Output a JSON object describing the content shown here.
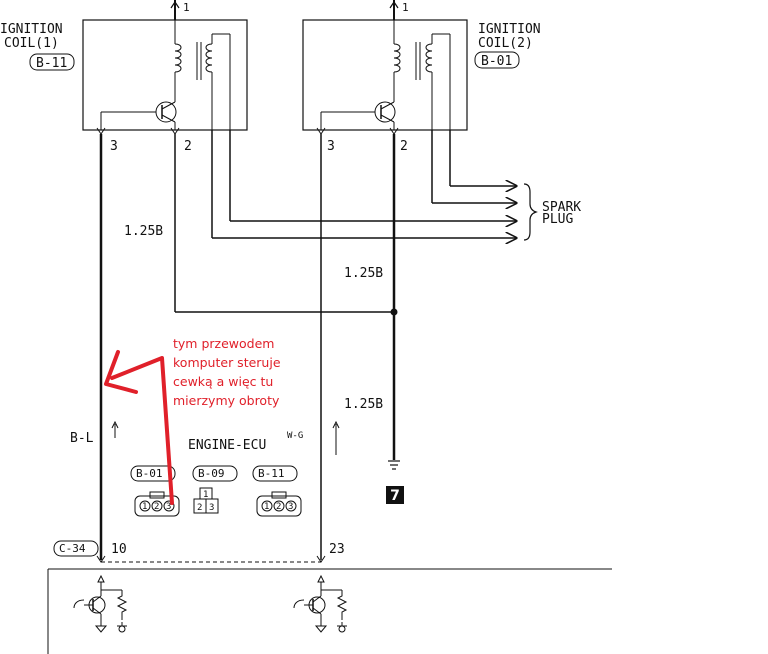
{
  "coil1": {
    "title_line1": "IGNITION",
    "title_line2": "COIL(1)",
    "connector": "B-11",
    "pin_top": "1",
    "pin_left": "3",
    "pin_right": "2"
  },
  "coil2": {
    "title_line1": "IGNITION",
    "title_line2": "COIL(2)",
    "connector": "B-01",
    "pin_top": "1",
    "pin_left": "3",
    "pin_right": "2"
  },
  "spark_plug": {
    "line1": "SPARK",
    "line2": "PLUG"
  },
  "wire_labels": {
    "w1": "1.25B",
    "w2": "1.25B",
    "w3": "1.25B",
    "bl": "B-L",
    "wg": "W-G"
  },
  "ground_symbol": "7",
  "ecu": {
    "title": "ENGINE-ECU",
    "connector": "C-34",
    "pin_left": "10",
    "pin_right": "23"
  },
  "connectors": [
    {
      "label": "B-01",
      "pins": [
        "1",
        "2",
        "3"
      ]
    },
    {
      "label": "B-09",
      "pins": [
        "1",
        "2",
        "3"
      ]
    },
    {
      "label": "B-11",
      "pins": [
        "1",
        "2",
        "3"
      ]
    }
  ],
  "annotation": {
    "lines": [
      "tym przewodem",
      "komputer steruje",
      "cewką a więc tu",
      "mierzymy obroty"
    ],
    "color": "#e0202a"
  }
}
